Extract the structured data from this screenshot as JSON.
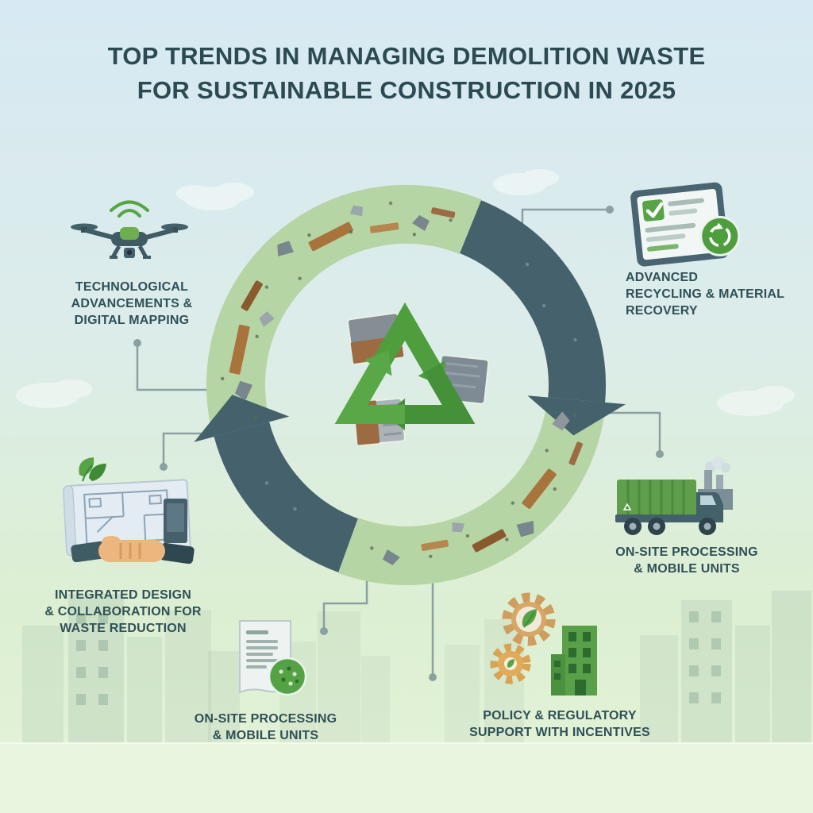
{
  "title": {
    "line1": "TOP TRENDS IN MANAGING DEMOLITION WASTE",
    "line2": "FOR SUSTAINABLE CONSTRUCTION IN 2025"
  },
  "center": {
    "icon": "recycle-symbol"
  },
  "nodes": {
    "technological": {
      "label": "TECHNOLOGICAL\nADVANCEMENTS &\nDIGITAL MAPPING",
      "icon": "drone-icon"
    },
    "advanced_recycling": {
      "label": "ADVANCED\nRECYCLING & MATERIAL\nRECOVERY",
      "icon": "tablet-recycle-icon"
    },
    "onsite_mobile_right": {
      "label": "ON-SITE PROCESSING\n& MOBILE UNITS",
      "icon": "truck-icon"
    },
    "policy_support": {
      "label": "POLICY & REGULATORY\nSUPPORT WITH INCENTIVES",
      "icon": "gears-building-icon"
    },
    "onsite_mobile_bottom": {
      "label": "ON-SITE PROCESSING\n& MOBILE UNITS",
      "icon": "document-icon"
    },
    "integrated_design": {
      "label": "INTEGRATED DESIGN\n& COLLABORATION FOR\nWASTE REDUCTION",
      "icon": "blueprint-handshake-icon"
    }
  },
  "colors": {
    "title_text": "#2c4a52",
    "label_text": "#2f5058",
    "arc_green": "#b6d5a4",
    "arrow_dark": "#44616c",
    "recycle_green": "#4f9e3e",
    "connector_gray": "#8ba1a1",
    "background_top": "#d7e9f3",
    "background_bottom": "#e4f3d8"
  }
}
